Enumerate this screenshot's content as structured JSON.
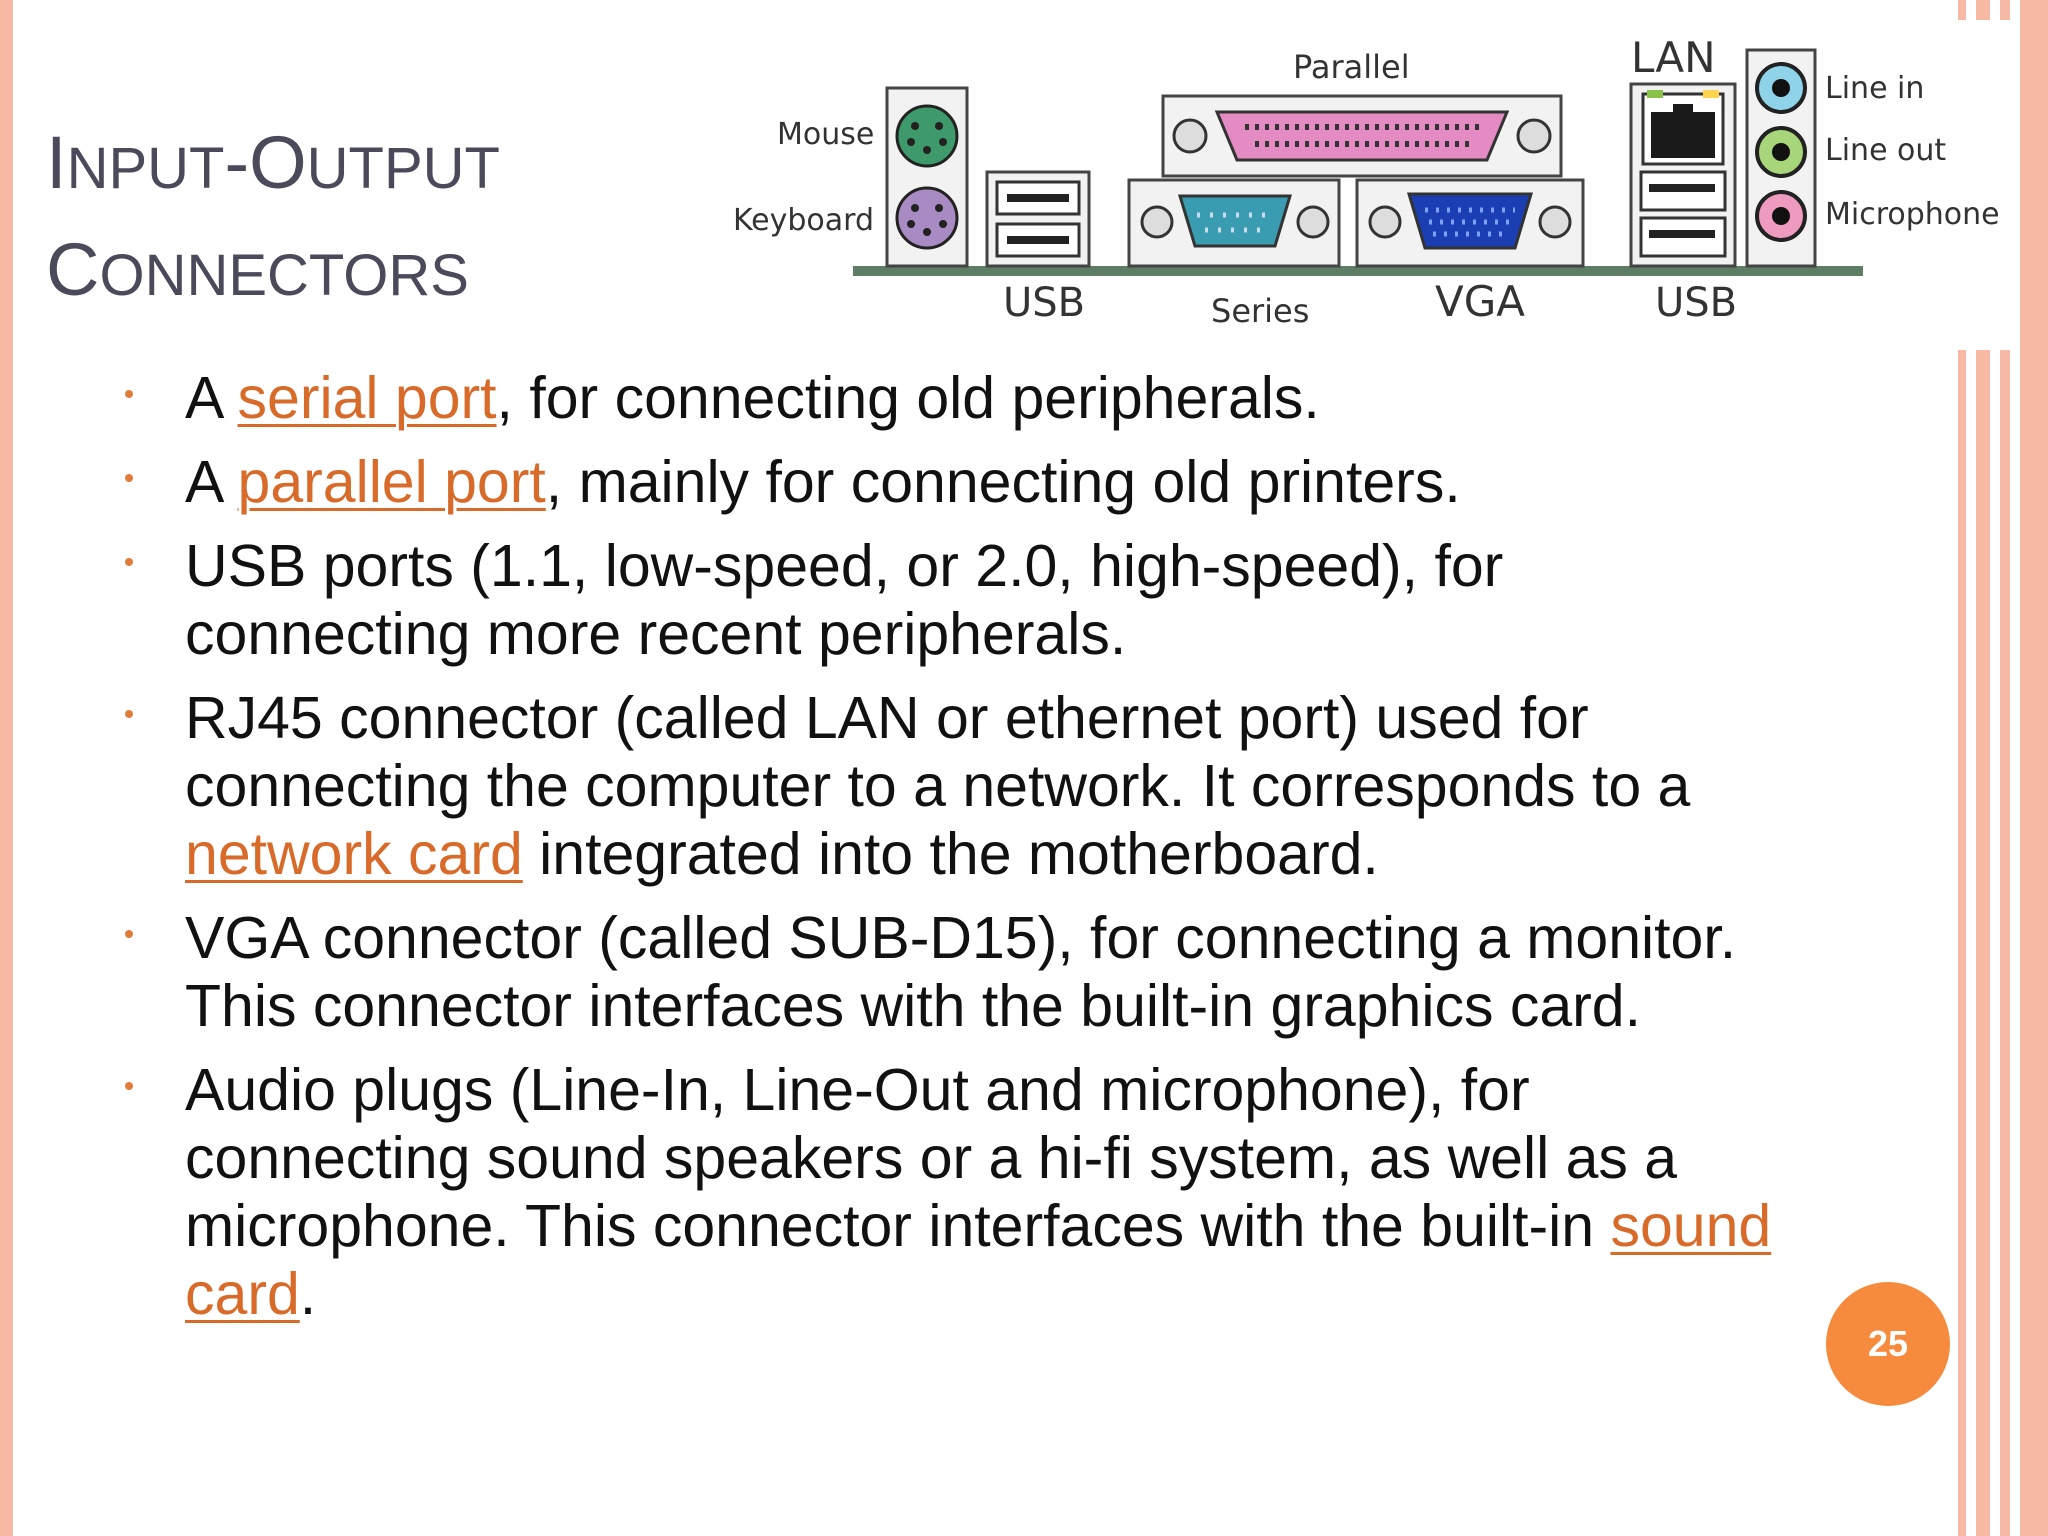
{
  "slide": {
    "title_line1": {
      "cap1": "I",
      "rest1": "NPUT",
      "dash": "-",
      "cap2": "O",
      "rest2": "UTPUT"
    },
    "title_line2": {
      "cap": "C",
      "rest": "ONNECTORS"
    },
    "page_number": "25",
    "accent_color": "#f68b3e",
    "link_color": "#d86b2a",
    "border_color": "#f7b9a4"
  },
  "figure": {
    "labels": {
      "mouse": "Mouse",
      "keyboard": "Keyboard",
      "parallel": "Parallel",
      "lan": "LAN",
      "line_in": "Line in",
      "line_out": "Line out",
      "microphone": "Microphone",
      "usb_left": "USB",
      "series": "Series",
      "vga": "VGA",
      "usb_right": "USB"
    }
  },
  "bullets": [
    {
      "pre": "A ",
      "link": "serial port",
      "post": ", for connecting old peripherals."
    },
    {
      "pre": "A ",
      "link": "parallel port",
      "post": ", mainly for connecting old printers."
    },
    {
      "pre": "USB ports (1.1, low-speed, or 2.0, high-speed), for connecting more recent peripherals.",
      "link": "",
      "post": ""
    },
    {
      "pre": "RJ45 connector (called LAN or ethernet port) used for connecting the computer to a network. It corresponds to a ",
      "link": "network card",
      "post": " integrated into the motherboard."
    },
    {
      "pre": "VGA connector (called SUB-D15), for connecting a monitor. This connector interfaces with the built-in graphics card.",
      "link": "",
      "post": ""
    },
    {
      "pre": "Audio plugs (Line-In, Line-Out and microphone), for connecting sound speakers or a hi-fi system, as well as a microphone. This connector interfaces with the built-in ",
      "link": "sound card",
      "post": "."
    }
  ]
}
